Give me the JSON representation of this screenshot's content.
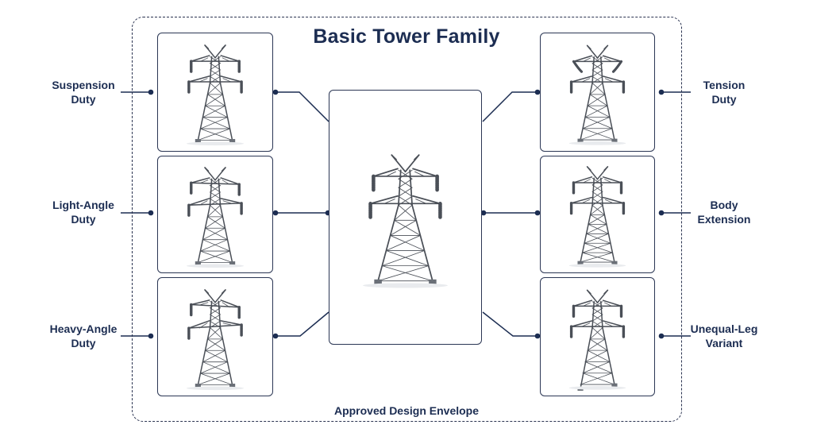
{
  "title": "Basic Tower Family",
  "footer": "Approved Design Envelope",
  "colors": {
    "ink": "#1c2d52",
    "frame": "#2b3654",
    "steel": "#4a4f57"
  },
  "left_variants": [
    {
      "line1": "Suspension",
      "line2": "Duty",
      "icon": "suspension-tower-icon"
    },
    {
      "line1": "Light-Angle",
      "line2": "Duty",
      "icon": "light-angle-tower-icon"
    },
    {
      "line1": "Heavy-Angle",
      "line2": "Duty",
      "icon": "heavy-angle-tower-icon"
    }
  ],
  "right_variants": [
    {
      "line1": "Tension",
      "line2": "Duty",
      "icon": "tension-tower-icon"
    },
    {
      "line1": "Body",
      "line2": "Extension",
      "icon": "body-extension-tower-icon"
    },
    {
      "line1": "Unequal-Leg",
      "line2": "Variant",
      "icon": "unequal-leg-tower-icon"
    }
  ],
  "center": {
    "icon": "basic-tower-icon"
  }
}
